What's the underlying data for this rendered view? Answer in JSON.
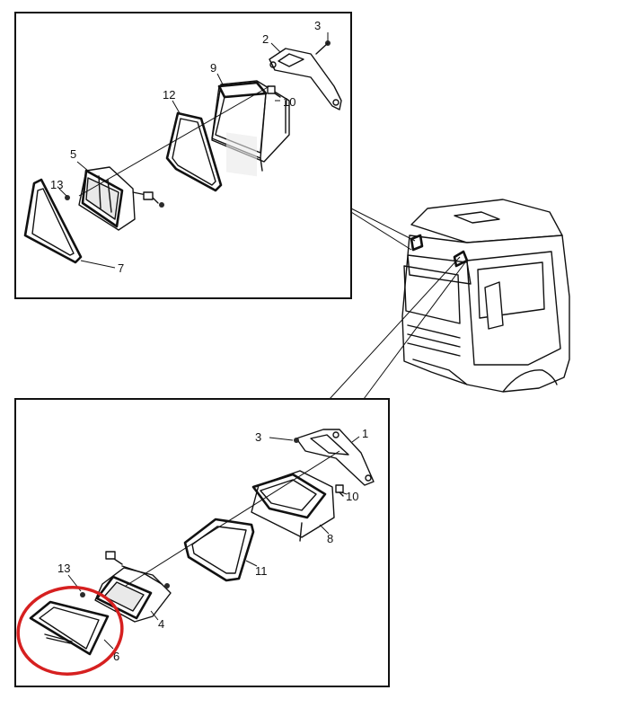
{
  "diagram": {
    "top_callouts": {
      "c3": "3",
      "c2": "2",
      "c9": "9",
      "c10": "10",
      "c12": "12",
      "c5": "5",
      "c13": "13",
      "c7": "7"
    },
    "bottom_callouts": {
      "c3": "3",
      "c1": "1",
      "c10": "10",
      "c8": "8",
      "c11": "11",
      "c13": "13",
      "c4": "4",
      "c6": "6"
    },
    "highlight_color": "#d62020",
    "line_color": "#111111"
  }
}
